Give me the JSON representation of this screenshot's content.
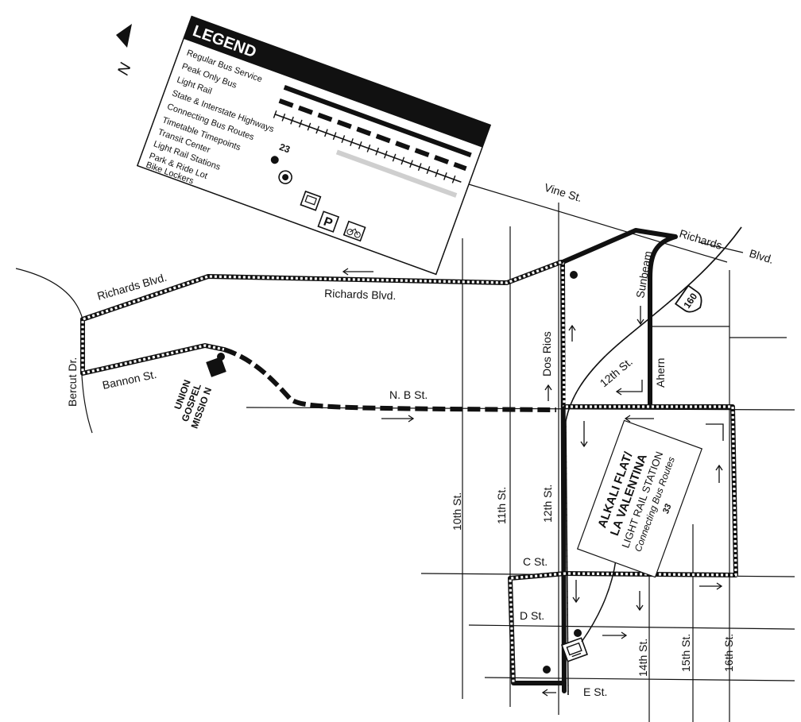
{
  "north_label": "N",
  "legend": {
    "title": "LEGEND",
    "items": [
      {
        "label": "Regular Bus Service",
        "symbol": "regular-bus-line"
      },
      {
        "label": "Peak Only Bus",
        "symbol": "peak-bus-dashed-line"
      },
      {
        "label": "Light Rail",
        "symbol": "light-rail-track"
      },
      {
        "label": "State & Interstate Highways",
        "symbol": "highway-line"
      },
      {
        "label": "Connecting Bus Routes",
        "symbol": "route-number",
        "value": "23"
      },
      {
        "label": "Timetable Timepoints",
        "symbol": "timepoint-dot"
      },
      {
        "label": "Transit Center",
        "symbol": "transit-center-circle"
      },
      {
        "label": "Light Rail Stations",
        "symbol": "light-rail-station-icon"
      },
      {
        "label": "Park & Ride Lot",
        "symbol": "parking-icon",
        "value": "P"
      },
      {
        "label": "Bike Lockers",
        "symbol": "bike-icon"
      }
    ]
  },
  "streets": {
    "vine": "Vine St.",
    "richards_ne": "Richards",
    "richards_ne_blvd": "Blvd.",
    "richards_w": "Richards  Blvd.",
    "richards_c": "Richards  Blvd.",
    "bercut": "Bercut Dr.",
    "bannon": "Bannon St.",
    "n_b": "N. B St.",
    "sunbeam": "Sunbeam",
    "twelfth_diag": "12th St.",
    "ahern": "Ahern",
    "dos_rios": "Dos Rios",
    "tenth": "10th St.",
    "eleventh": "11th St.",
    "twelfth": "12th St.",
    "c": "C St.",
    "d": "D St.",
    "e": "E St.",
    "fourteenth": "14th St.",
    "fifteenth": "15th St.",
    "sixteenth": "16th St."
  },
  "highway_shield": "160",
  "landmark": {
    "line1": "UNION",
    "line2": "GOSPEL",
    "line3": "MISSIO N"
  },
  "station_box": {
    "line1": "ALKALI FLAT/",
    "line2": "LA VALENTINA",
    "line3": "LIGHT RAIL STATION",
    "line4": "Connecting Bus Routes",
    "line5": "33"
  }
}
